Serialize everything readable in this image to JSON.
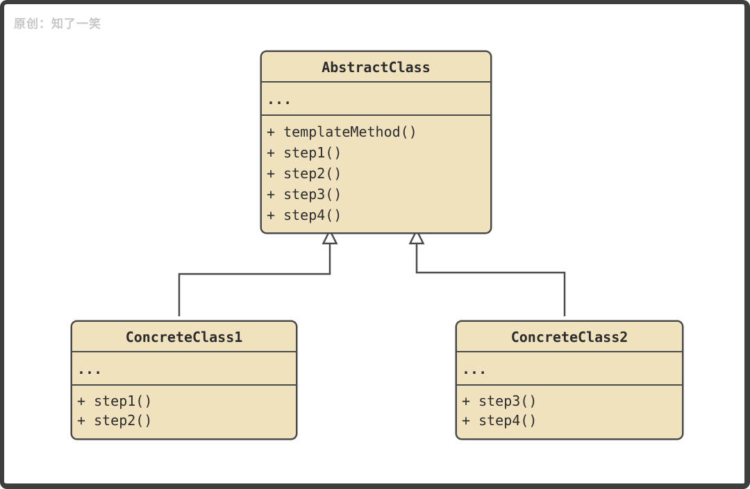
{
  "watermark": "原创：知了一笑",
  "colors": {
    "background": "#FFFFFF",
    "frame_border": "#3E3E3E",
    "box_fill": "#F1E2BF",
    "box_border": "#4A4A4A",
    "text": "#2B2B2B",
    "watermark_text": "#C7C7C7"
  },
  "diagram": {
    "type": "uml-class-diagram",
    "classes": [
      {
        "name": "AbstractClass",
        "attributes": "...",
        "methods": [
          "+ templateMethod()",
          "+ step1()",
          "+ step2()",
          "+ step3()",
          "+ step4()"
        ]
      },
      {
        "name": "ConcreteClass1",
        "attributes": "...",
        "methods": [
          "+ step1()",
          "+ step2()"
        ]
      },
      {
        "name": "ConcreteClass2",
        "attributes": "...",
        "methods": [
          "+ step3()",
          "+ step4()"
        ]
      }
    ],
    "relations": [
      {
        "from": "ConcreteClass1",
        "to": "AbstractClass",
        "type": "inheritance"
      },
      {
        "from": "ConcreteClass2",
        "to": "AbstractClass",
        "type": "inheritance"
      }
    ]
  }
}
